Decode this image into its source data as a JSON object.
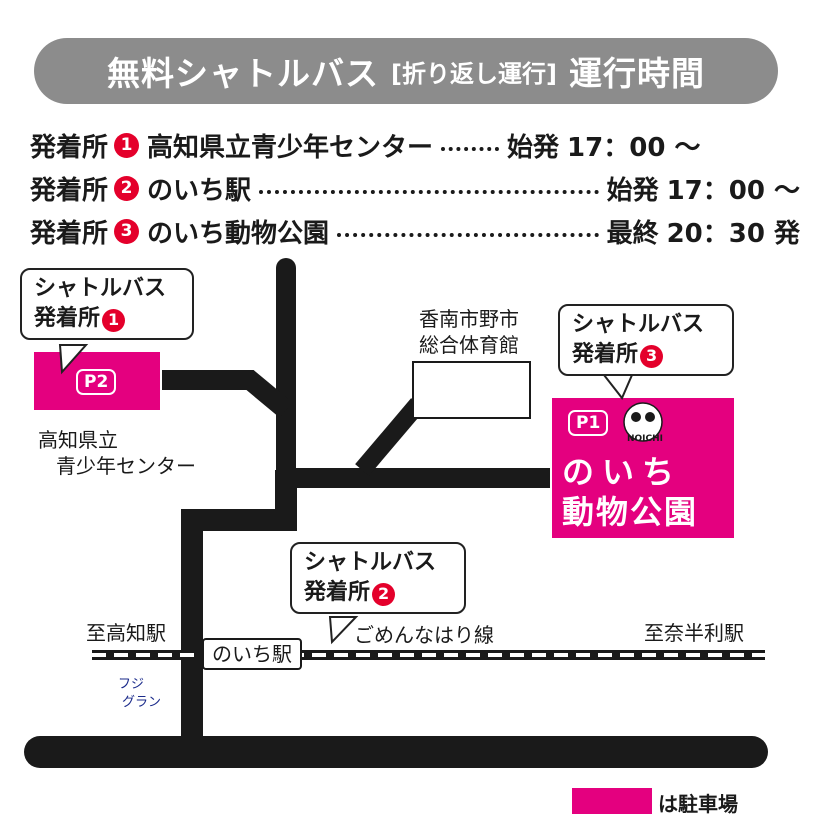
{
  "header": {
    "title": "無料シャトルバス",
    "subtitle": "[折り返し運行]",
    "title_suffix": "運行時間"
  },
  "schedule": [
    {
      "prefix": "発着所",
      "num": "1",
      "place": "高知県立青少年センター",
      "label": "始発",
      "time": "17：00 ～"
    },
    {
      "prefix": "発着所",
      "num": "2",
      "place": "のいち駅",
      "label": "始発",
      "time": "17：00 ～"
    },
    {
      "prefix": "発着所",
      "num": "3",
      "place": "のいち動物公園",
      "label": "最終",
      "time": "20：30 発"
    }
  ],
  "map": {
    "callout_1": {
      "line1": "シャトルバス",
      "line2": "発着所",
      "num": "1"
    },
    "callout_2": {
      "line1": "シャトルバス",
      "line2": "発着所",
      "num": "2"
    },
    "callout_3": {
      "line1": "シャトルバス",
      "line2": "発着所",
      "num": "3"
    },
    "p2_label": "P2",
    "p1_label": "P1",
    "youth_center": {
      "line1": "高知県立",
      "line2": "青少年センター"
    },
    "gym": {
      "line1": "香南市野市",
      "line2": "総合体育館"
    },
    "zoo": {
      "line1": "のいち",
      "line2": "動物公園",
      "logo_text": "NOICHI"
    },
    "station": "のいち駅",
    "railway": "ごめんなはり線",
    "to_kochi": "至高知駅",
    "to_nahari": "至奈半利駅",
    "fuji": {
      "line1": "フジ",
      "line2": "グラン"
    }
  },
  "legend": {
    "label": "は駐車場",
    "color": "#e4007f"
  },
  "colors": {
    "parking": "#e4007f",
    "number_circle": "#e4002b",
    "road": "#1a1a1a",
    "header_bg": "#8c8c8c"
  }
}
